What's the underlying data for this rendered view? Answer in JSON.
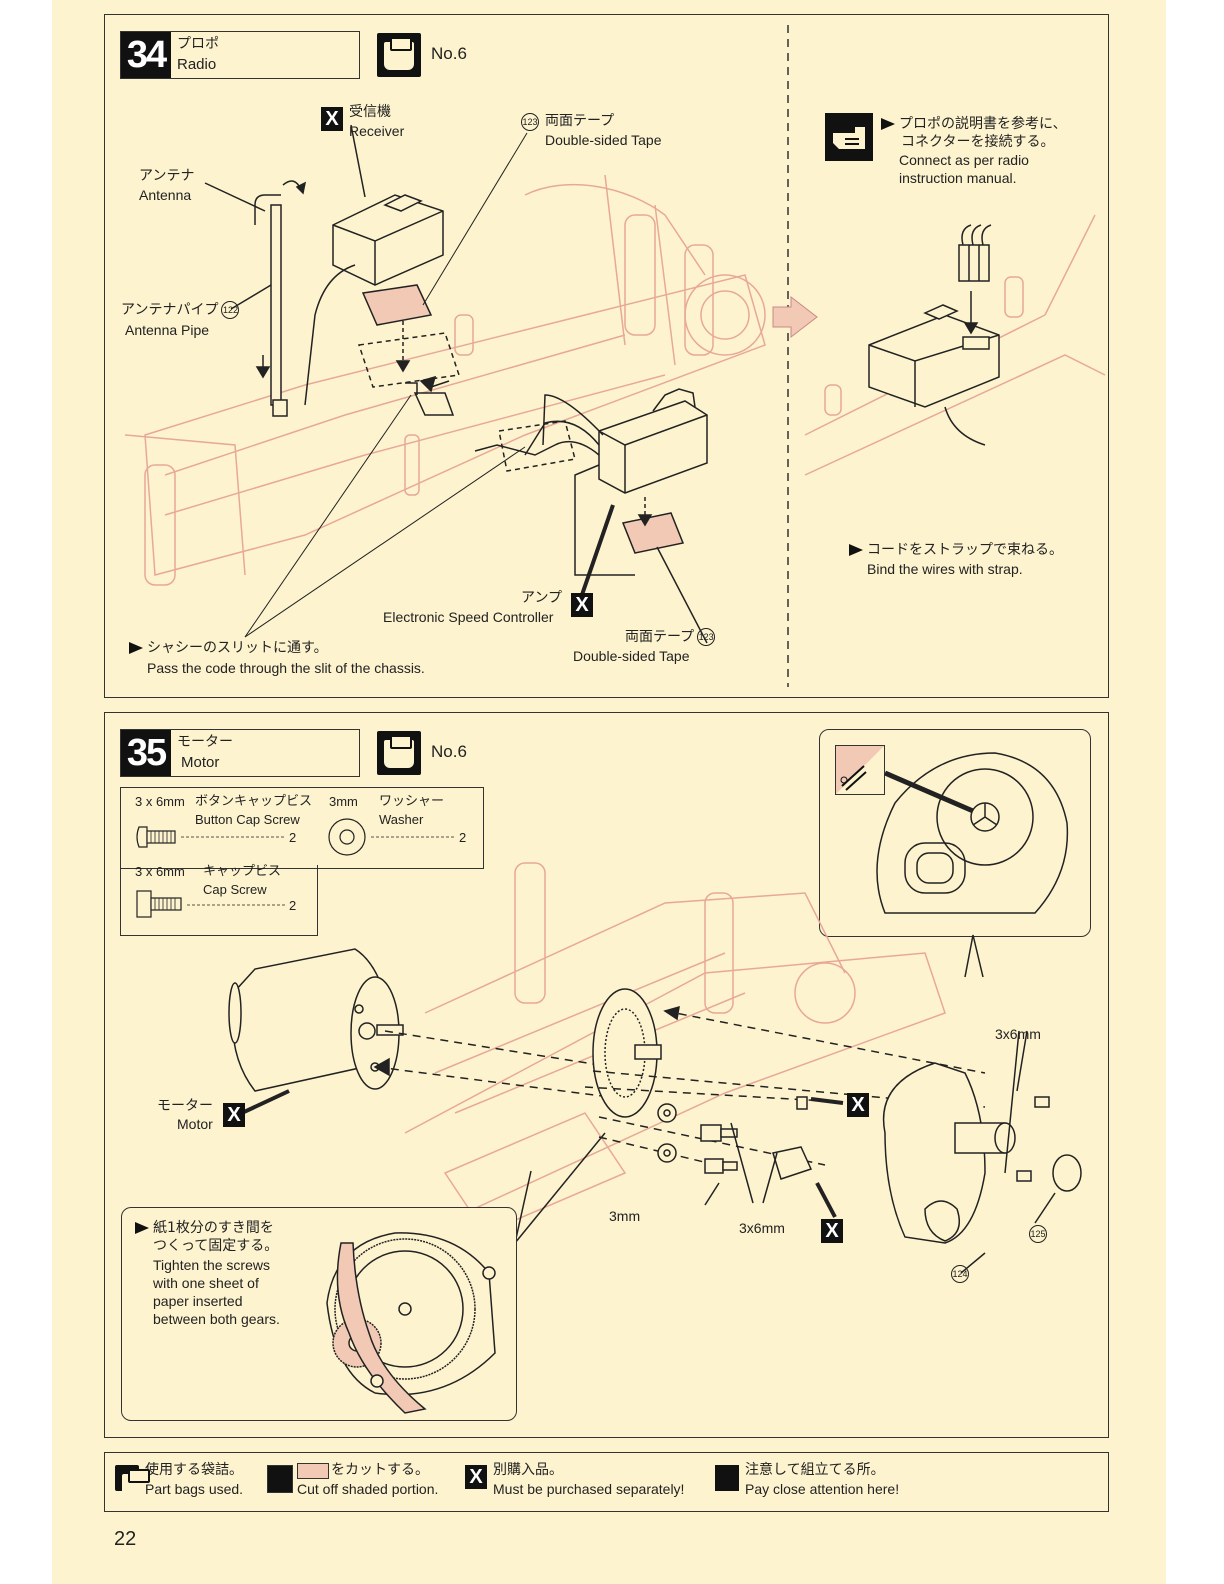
{
  "page_number": "22",
  "step34": {
    "number": "34",
    "title_jp": "プロポ",
    "title_en": "Radio",
    "bag_no": "No.6",
    "receiver_jp": "受信機",
    "receiver_en": "Receiver",
    "tape_top_num": "123",
    "tape_top_jp": "両面テープ",
    "tape_top_en": "Double-sided Tape",
    "antenna_jp": "アンテナ",
    "antenna_en": "Antenna",
    "antenna_pipe_jp": "アンテナパイプ",
    "antenna_pipe_num": "122",
    "antenna_pipe_en": "Antenna Pipe",
    "esc_jp": "アンプ",
    "esc_en": "Electronic Speed Controller",
    "tape_bottom_jp": "両面テープ",
    "tape_bottom_num": "123",
    "tape_bottom_en": "Double-sided Tape",
    "slit_note_jp": "シャシーのスリットに通す。",
    "slit_note_en": "Pass the code through the slit of the chassis.",
    "connect_note_jp1": "プロポの説明書を参考に、",
    "connect_note_jp2": "コネクターを接続する。",
    "connect_note_en1": "Connect as per radio",
    "connect_note_en2": "instruction manual.",
    "strap_note_jp": "コードをストラップで束ねる。",
    "strap_note_en": "Bind the wires with strap."
  },
  "step35": {
    "number": "35",
    "title_jp": "モーター",
    "title_en": "Motor",
    "bag_no": "No.6",
    "parts": [
      {
        "size": "3 x 6mm",
        "name_jp": "ボタンキャップビス",
        "name_en": "Button Cap Screw",
        "qty": "2"
      },
      {
        "size": "3mm",
        "name_jp": "ワッシャー",
        "name_en": "Washer",
        "qty": "2"
      },
      {
        "size": "3 x 6mm",
        "name_jp": "キャップビス",
        "name_en": "Cap Screw",
        "qty": "2"
      }
    ],
    "motor_jp": "モーター",
    "motor_en": "Motor",
    "label_3x6_top": "3x6mm",
    "label_3mm": "3mm",
    "label_3x6_bottom": "3x6mm",
    "part_124": "124",
    "part_125": "125",
    "gear_note_jp1": "紙1枚分のすき間を",
    "gear_note_jp2": "つくって固定する。",
    "gear_note_en1": "Tighten the screws",
    "gear_note_en2": "with one sheet of",
    "gear_note_en3": "paper inserted",
    "gear_note_en4": "between both gears."
  },
  "legend": [
    {
      "icon": "bag-icon",
      "jp": "使用する袋詰。",
      "en": "Part bags used."
    },
    {
      "icon": "cut-icon",
      "jp": "をカットする。",
      "en": "Cut off shaded portion."
    },
    {
      "icon": "x-icon",
      "jp": "別購入品。",
      "en": "Must be purchased separately!"
    },
    {
      "icon": "pointing-hand-icon",
      "jp": "注意して組立てる所。",
      "en": "Pay close attention here!"
    }
  ],
  "colors": {
    "paper": "#fdf3cf",
    "ghost_line": "#e8a898",
    "shaded": "#f1c9b5",
    "ink": "#222222"
  }
}
